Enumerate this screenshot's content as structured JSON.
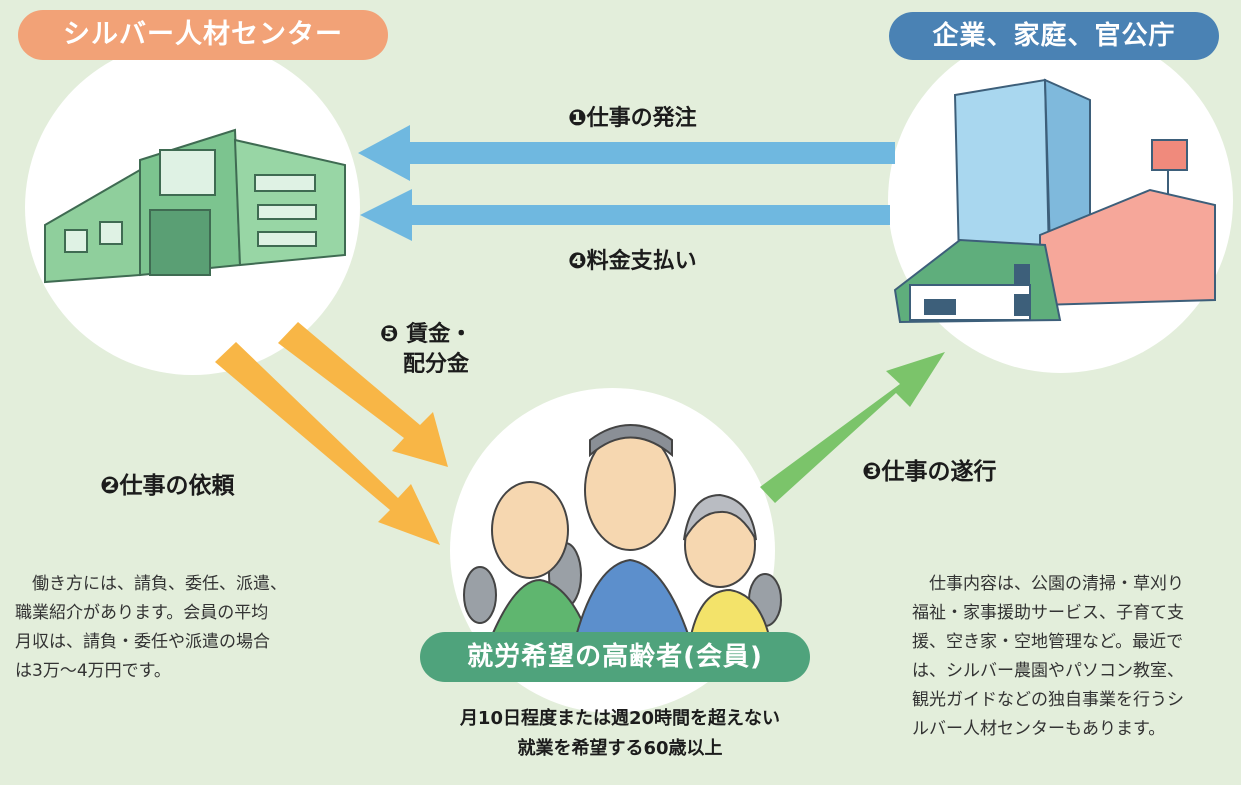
{
  "nodes": {
    "silver_center": {
      "label": "シルバー人材センター"
    },
    "clients": {
      "label": "企業、家庭、官公庁"
    },
    "members": {
      "label": "就労希望の高齢者(会員)",
      "caption_line1": "月10日程度または週20時間を超えない",
      "caption_line2": "就業を希望する60歳以上"
    }
  },
  "steps": {
    "order": "❶仕事の発注",
    "request": "❷仕事の依頼",
    "perform": "❸仕事の遂行",
    "payment": "❹料金支払い",
    "wage_line1": "❺ 賃金・",
    "wage_line2": "配分金"
  },
  "notes": {
    "left": "　働き方には、請負、委任、派遣、\n職業紹介があります。会員の平均\n月収は、請負・委任や派遣の場合\nは3万〜4万円です。",
    "right": "　仕事内容は、公園の清掃・草刈り\n福祉・家事援助サービス、子育て支\n援、空き家・空地管理など。最近で\nは、シルバー農園やパソコン教室、\n観光ガイドなどの独自事業を行うシ\nルバー人材センターもあります。"
  },
  "colors": {
    "background": "#e3eedb",
    "silver_center_pill": "#f2a277",
    "clients_pill": "#4a82b4",
    "members_pill": "#4fa37c",
    "arrow_blue": "#6fb8e0",
    "arrow_orange": "#f8b646",
    "arrow_green": "#7bc46a"
  }
}
